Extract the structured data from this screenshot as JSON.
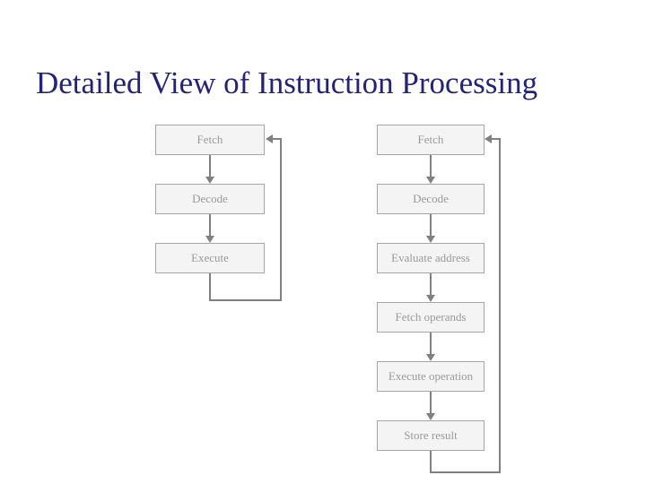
{
  "slide": {
    "title": "Detailed View of Instruction Processing"
  },
  "colors": {
    "background": "#ffffff",
    "title_text": "#232378",
    "box_fill": "#f4f4f4",
    "box_border": "#a6a6a6",
    "box_text": "#9a9a9a",
    "connector": "#808080"
  },
  "flowcharts": {
    "basic": {
      "steps": [
        {
          "label": "Fetch"
        },
        {
          "label": "Decode"
        },
        {
          "label": "Execute"
        }
      ],
      "loop": "execute-back-to-fetch"
    },
    "detailed": {
      "steps": [
        {
          "label": "Fetch"
        },
        {
          "label": "Decode"
        },
        {
          "label": "Evaluate address"
        },
        {
          "label": "Fetch operands"
        },
        {
          "label": "Execute operation"
        },
        {
          "label": "Store result"
        }
      ],
      "loop": "store-result-back-to-fetch"
    }
  }
}
